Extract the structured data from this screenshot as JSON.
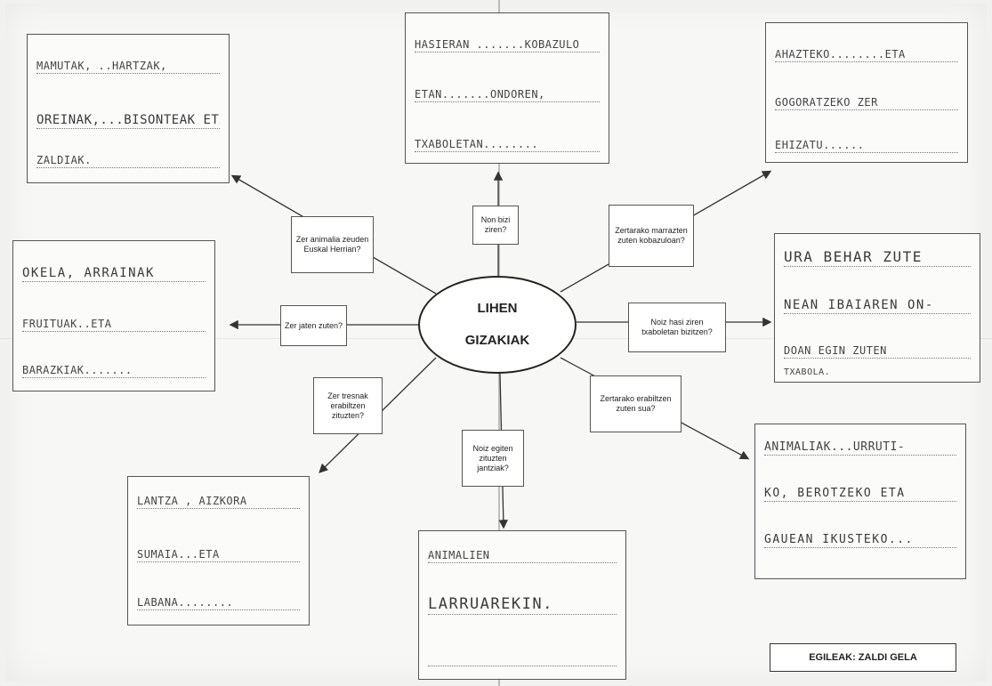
{
  "center": {
    "line1": "LIHEN",
    "line2": "GIZAKIAK"
  },
  "credit": "EGILEAK: ZALDI GELA",
  "questions": {
    "animals": "Zer animalia zeuden Euskal Herrian?",
    "where": "Non bizi ziren?",
    "paint": "Zertarako marrazten zuten kobazuloan?",
    "huts": "Noiz hasi ziren txaboletan bizitzen?",
    "eat": "Zer jaten zuten?",
    "tools": "Zer tresnak erabiltzen zituzten?",
    "fire": "Zertarako erabiltzen zuten sua?",
    "clothes": "Noiz egiten zituzten jantziak?"
  },
  "answers": {
    "animals": [
      "MAMUTAK, ..HARTZAK,",
      "OREINAK,...BISONTEAK ETA",
      "ZALDIAK."
    ],
    "where": [
      "HASIERAN .......KOBAZULO",
      "ETAN.......ONDOREN,",
      "TXABOLETAN........"
    ],
    "paint": [
      "AHAZTEKO........ETA",
      "GOGORATZEKO  ZER",
      "EHIZATU......"
    ],
    "huts": [
      "URA  BEHAR  ZUTE",
      "NEAN  IBAIAREN  ON-",
      "DOAN  EGIN  ZUTEN",
      "TXABOLA."
    ],
    "eat": [
      "OKELA,    ARRAINAK",
      "FRUITUAK..ETA",
      "BARAZKIAK......."
    ],
    "tools": [
      "LANTZA ,  AIZKORA",
      "SUMAIA...ETA",
      "LABANA........"
    ],
    "fire": [
      "ANIMALIAK...URRUTI-",
      "KO, BEROTZEKO  ETA",
      "GAUEAN  IKUSTEKO..."
    ],
    "clothes": [
      "ANIMALIEN",
      "LARRUAREKIN.",
      ""
    ]
  }
}
